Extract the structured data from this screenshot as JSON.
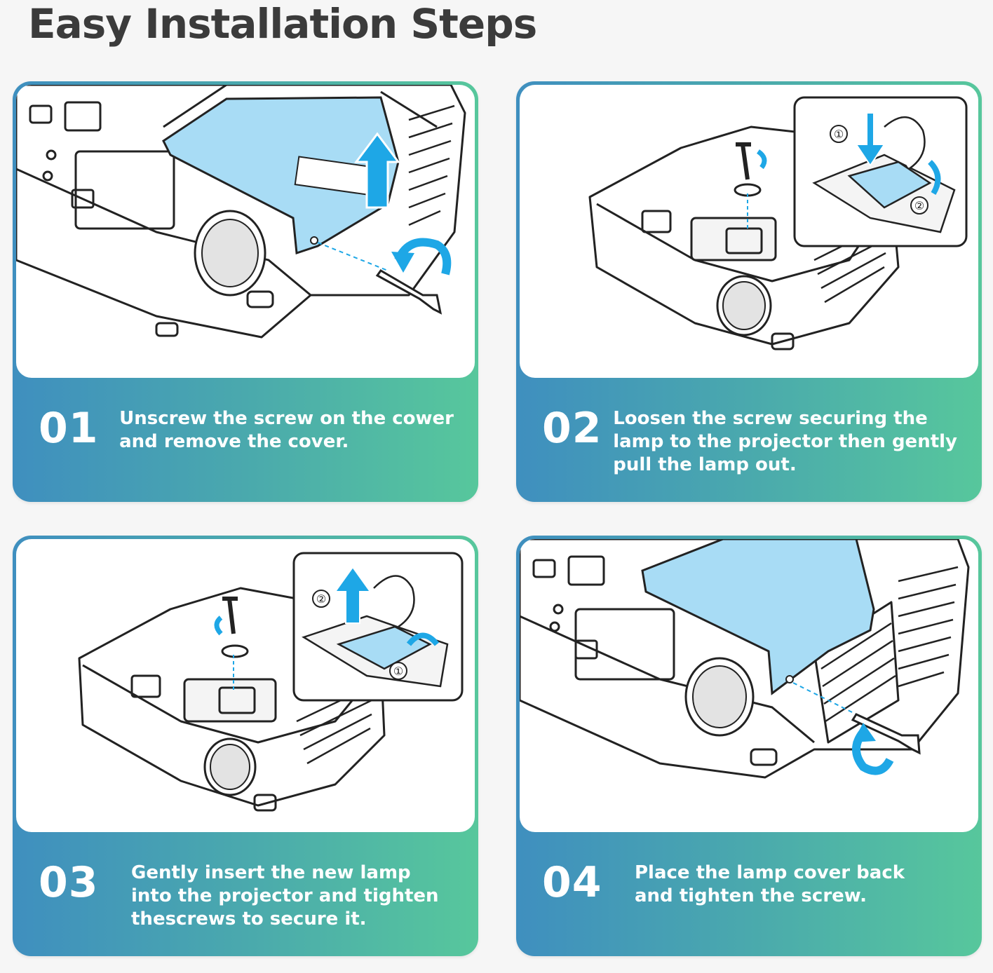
{
  "title": "Easy Installation Steps",
  "colors": {
    "gradient_start": "#3f8fbf",
    "gradient_end": "#57c79c",
    "lamp_cover": "#a8dcf5",
    "arrow": "#1ea7e6",
    "line_art": "#222222",
    "title_text": "#3b3b3b"
  },
  "steps": [
    {
      "number": "01",
      "lines": [
        "Unscrew the screw on the cower",
        "and remove the cover."
      ],
      "illustration": "projector-cover-removal"
    },
    {
      "number": "02",
      "lines": [
        "Loosen the screw securing the",
        "lamp to the projector then gently",
        "pull the lamp out."
      ],
      "illustration": "projector-lamp-removal",
      "callouts": [
        "①",
        "②"
      ]
    },
    {
      "number": "03",
      "lines": [
        "Gently insert the new lamp",
        "into the projector and tighten",
        "thescrews to secure it."
      ],
      "illustration": "projector-lamp-insertion",
      "callouts": [
        "②",
        "①"
      ]
    },
    {
      "number": "04",
      "lines": [
        "Place the lamp cover back",
        "and tighten the screw."
      ],
      "illustration": "projector-cover-replacement"
    }
  ]
}
